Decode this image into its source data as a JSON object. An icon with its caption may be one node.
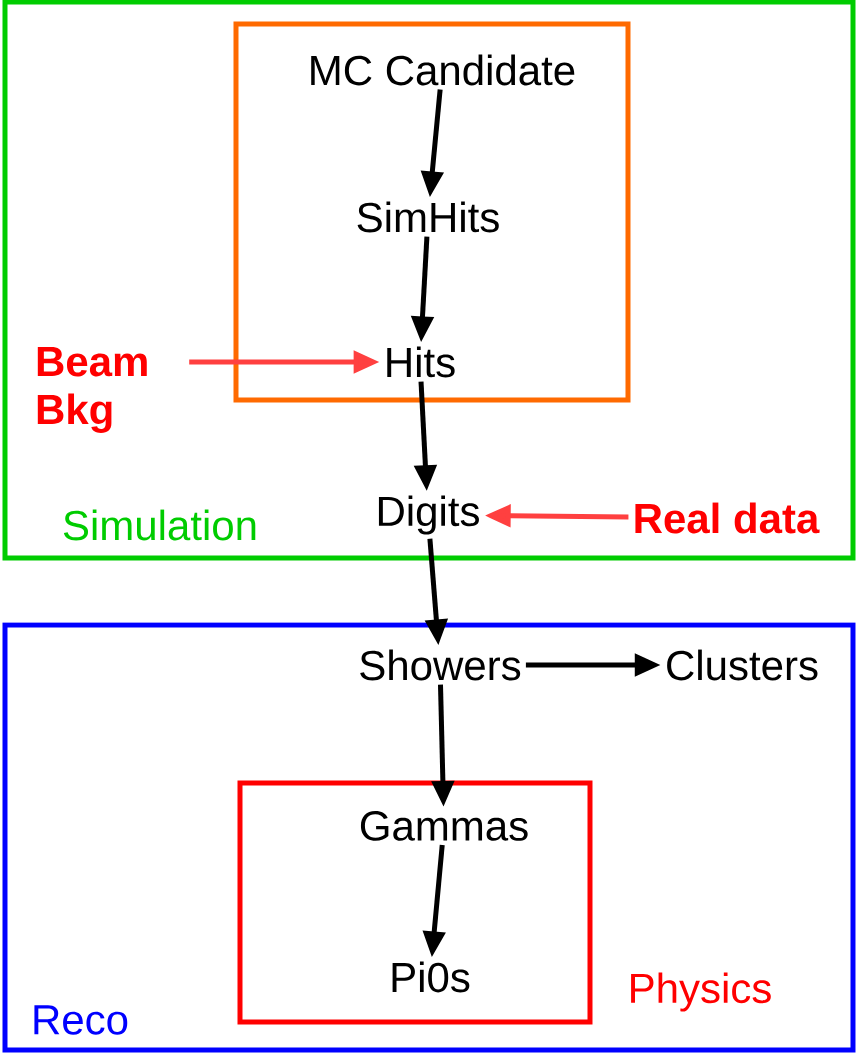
{
  "diagram": {
    "nodes": [
      {
        "text": [
          "Simulation"
        ]
      },
      {
        "text": [],
        "shape": "box",
        "in": 0
      },
      {
        "text": [
          "MC Candidate"
        ],
        "in": 1
      },
      {
        "text": [
          "SimHits"
        ],
        "in": 1
      },
      {
        "text": [
          "Hits"
        ],
        "in": 1
      },
      {
        "text": [
          "Beam Bkg"
        ],
        "in": 0
      },
      {
        "text": [
          "Digits"
        ],
        "in": 0
      },
      {
        "text": [
          "Real data"
        ],
        "in": 0
      },
      {
        "text": [
          "Reco"
        ]
      },
      {
        "text": [
          "Showers"
        ],
        "in": 8
      },
      {
        "text": [
          "Clusters"
        ],
        "in": 8
      },
      {
        "text": [
          "Physics"
        ],
        "in": 8
      },
      {
        "text": [
          "Gammas"
        ],
        "in": 11
      },
      {
        "text": [
          "Pi0s"
        ],
        "in": 11
      }
    ],
    "edges": [
      {
        "from": 2,
        "to": 3,
        "arrow": "to"
      },
      {
        "from": 3,
        "to": 4,
        "arrow": "to"
      },
      {
        "from": 5,
        "to": 4,
        "arrow": "to",
        "color": "#ff4040"
      },
      {
        "from": 4,
        "to": 6,
        "arrow": "to"
      },
      {
        "from": 7,
        "to": 6,
        "arrow": "to",
        "color": "#ff4040"
      },
      {
        "from": 6,
        "to": 9,
        "arrow": "to"
      },
      {
        "from": 9,
        "to": 10,
        "arrow": "to"
      },
      {
        "from": 9,
        "to": 12,
        "arrow": "to"
      },
      {
        "from": 12,
        "to": 13,
        "arrow": "to"
      }
    ]
  }
}
